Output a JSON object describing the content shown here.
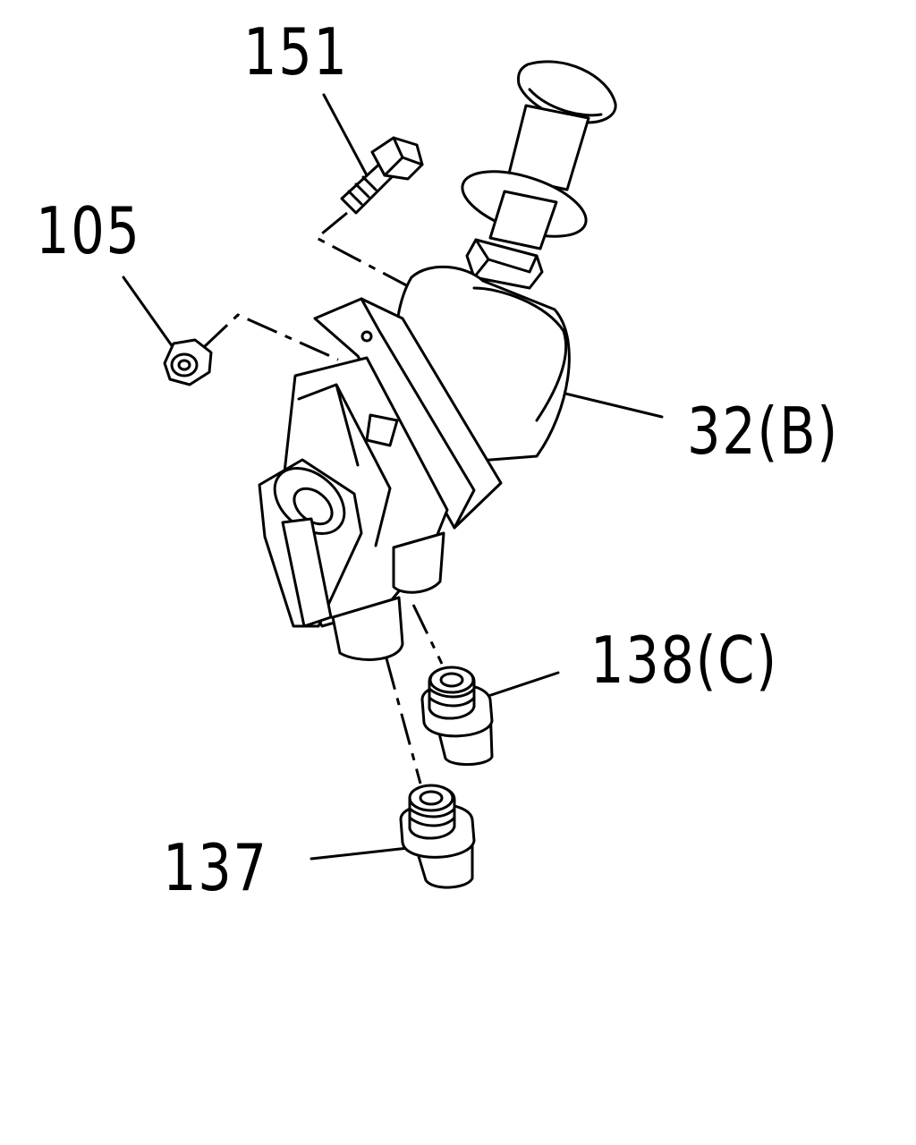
{
  "callouts": {
    "bolt": "151",
    "nut": "105",
    "valve_assembly": "32(B)",
    "fitting_c": "138(C)",
    "fitting": "137"
  },
  "colors": {
    "line": "#000000",
    "background": "#ffffff"
  }
}
